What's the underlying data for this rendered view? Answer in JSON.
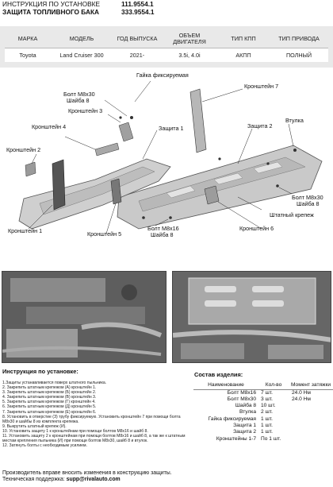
{
  "header": {
    "line1": "ИНСТРУКЦИЯ ПО УСТАНОВКЕ",
    "line2": "ЗАЩИТА ТОПЛИВНОГО БАКА",
    "code1": "111.9554.1",
    "code2": "333.9554.1"
  },
  "spec_table": {
    "headers": [
      "МАРКА",
      "МОДЕЛЬ",
      "ГОД ВЫПУСКА",
      "ОБЪЕМ ДВИГАТЕЛЯ",
      "ТИП КПП",
      "ТИП ПРИВОДА"
    ],
    "row": [
      "Toyota",
      "Land Cruiser 300",
      "2021-",
      "3.5i, 4.0i",
      "АКПП",
      "ПОЛНЫЙ"
    ]
  },
  "diagram_labels": {
    "gayka": "Гайка фиксируемая",
    "bolt_m8x30": "Болт М8х30",
    "shayba_8": "Шайба 8",
    "kr3": "Кронштейн 3",
    "kr4": "Кронштейн 4",
    "kr2": "Кронштейн 2",
    "kr1": "Кронштейн 1",
    "kr5": "Кронштейн 5",
    "bolt_m8x16": "Болт М8х16",
    "shayba_8b": "Шайба 8",
    "zaschita1": "Защита 1",
    "kr7": "Кронштейн 7",
    "zaschita2": "Защита 2",
    "vtulka": "Втулка",
    "bolt_m8x30b": "Болт М8х30",
    "shayba_8c": "Шайба 8",
    "shtatny": "Штатный крепеж",
    "kr6": "Кронштейн 6"
  },
  "instructions": {
    "title": "Инструкция по установке:",
    "steps": [
      "1.Защиты устанавливается поверх штатного пыльника.",
      "2. Закрепить штатным крепежом (А) кронштейн 1.",
      "3. Закрепить штатным крепежом (Б) кронштейн 2.",
      "4. Закрепить штатным крепежом (В) кронштейн 3.",
      "5. Закрепить штатным крепежом (Г) кронштейн 4.",
      "6. Закрепить штатным крепежом (Д) кронштейн 5.",
      "7. Закрепить штатным крепежом (Е) кронштейн 6.",
      "8. Установить в отверстие (З) трубу фиксируемую. Установить кронштейн 7 при помощи болта М8х30 и шайбы 8 из комплекта крепежа.",
      "9. Выкрутить штатный крепеж (И).",
      "10. Установить защиту 1 к кронштейнам при помощи болтов М8х16 и шайб 8.",
      "11. Установить защиту 2 к кронштейнам при помощи болтов М8х16 и шайб 8, а так же к штатным местам крепления пыльника (И) при помощи болтов М8х30, шайб 8 и втулок.",
      "12. Затянуть болты с необходимым усилием."
    ]
  },
  "components": {
    "title": "Состав изделия:",
    "headers": [
      "Наименование",
      "Кол-во",
      "Момент затяжки"
    ],
    "rows": [
      {
        "name": "Болт М8х16",
        "qty": "7 шт.",
        "torque": "24.0 Нм"
      },
      {
        "name": "Болт М8х30",
        "qty": "3 шт.",
        "torque": "24.0 Нм"
      },
      {
        "name": "Шайба 8",
        "qty": "10 шт.",
        "torque": ""
      },
      {
        "name": "Втулка",
        "qty": "2 шт.",
        "torque": ""
      },
      {
        "name": "Гайка фиксируемая",
        "qty": "1 шт.",
        "torque": ""
      },
      {
        "name": "Защита 1",
        "qty": "1 шт.",
        "torque": ""
      },
      {
        "name": "Защита 2",
        "qty": "1 шт.",
        "torque": ""
      },
      {
        "name": "Кронштейны 1-7",
        "qty": "По 1 шт.",
        "torque": ""
      }
    ]
  },
  "footer": {
    "line1": "Производитель вправе вносить изменения в конструкцию защиты.",
    "line2_prefix": "Техническая поддержка: ",
    "email": "supp@rivalauto.com"
  }
}
